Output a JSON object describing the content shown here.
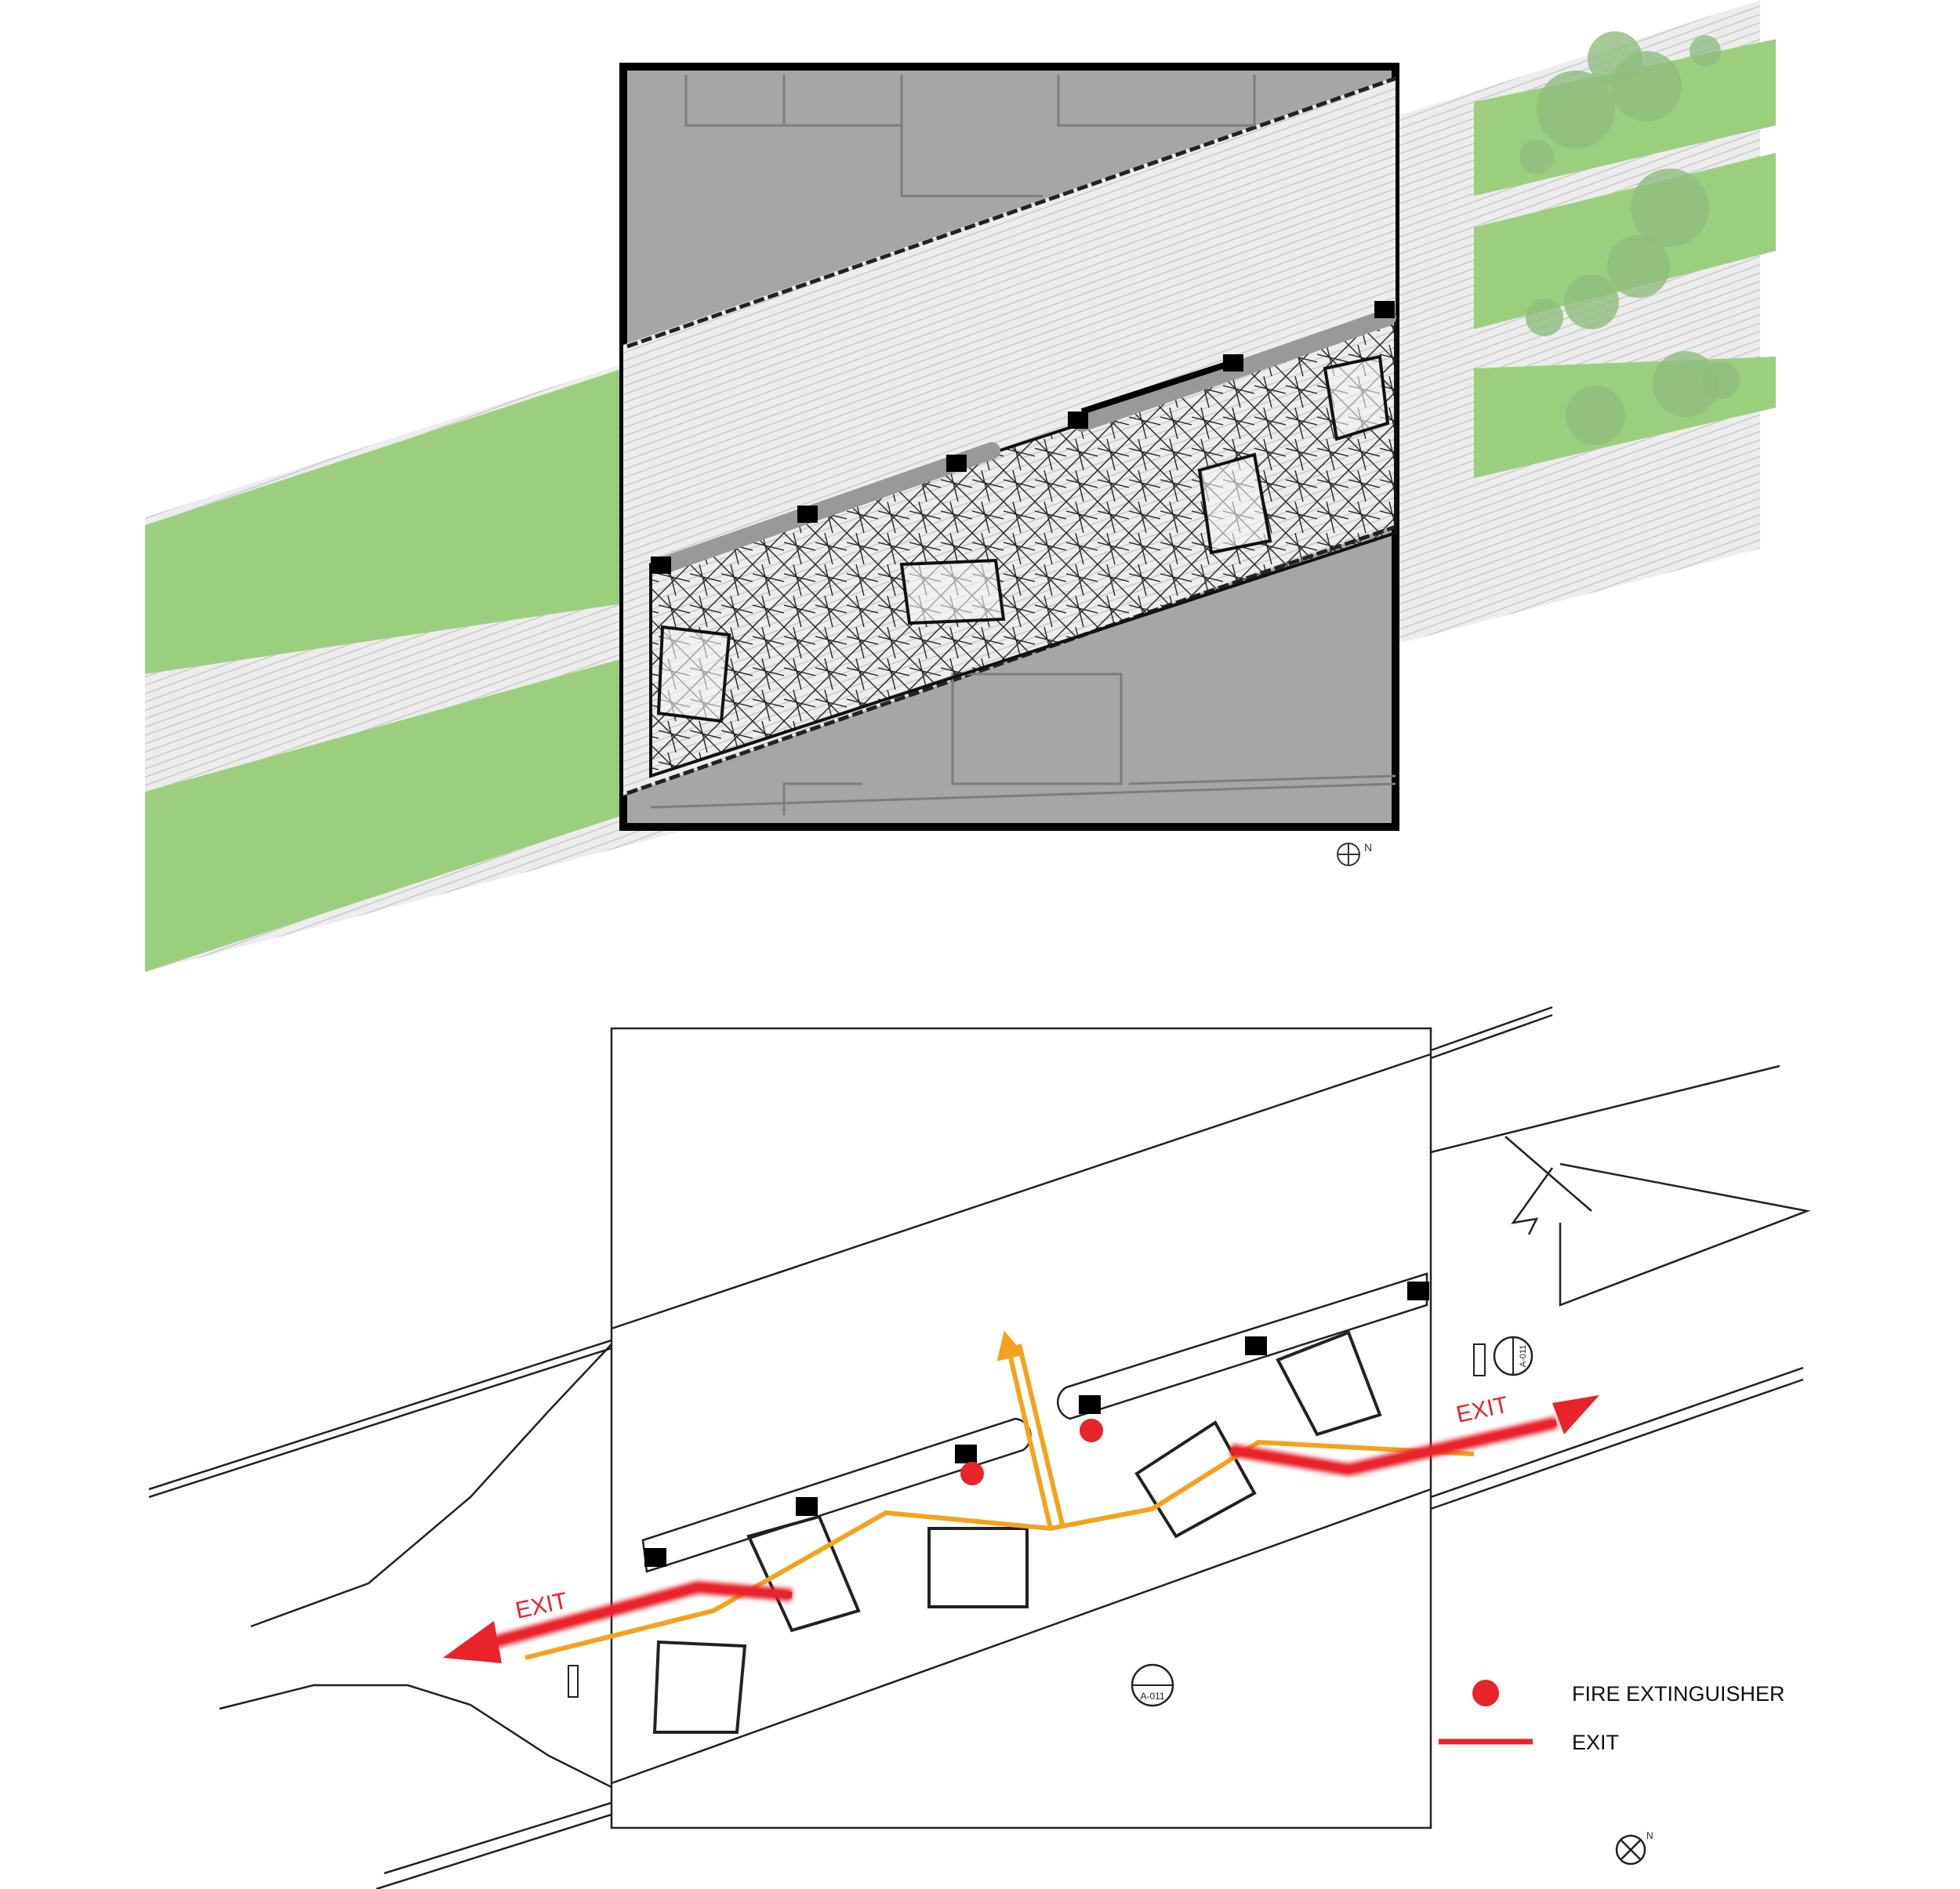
{
  "top_plan": {
    "north_label": "N"
  },
  "bottom_plan": {
    "exit_label_left": "EXIT",
    "exit_label_right": "EXIT",
    "section_tag_bottom": "A-011",
    "section_tag_top": "A-011",
    "north_label": "N"
  },
  "legend": {
    "items": [
      {
        "label": "FIRE EXTINGUISHER",
        "symbol": "red-dot",
        "color": "#e8232a"
      },
      {
        "label": "EXIT",
        "symbol": "red-line",
        "color": "#e8232a"
      }
    ]
  },
  "colors": {
    "exit_red": "#e8232a",
    "path_orange": "#f5a21b",
    "grass_green": "#9bcf7e",
    "tree_green": "#8fbd7d",
    "building_gray": "#a6a6a6",
    "walk_gray": "#ececec"
  }
}
